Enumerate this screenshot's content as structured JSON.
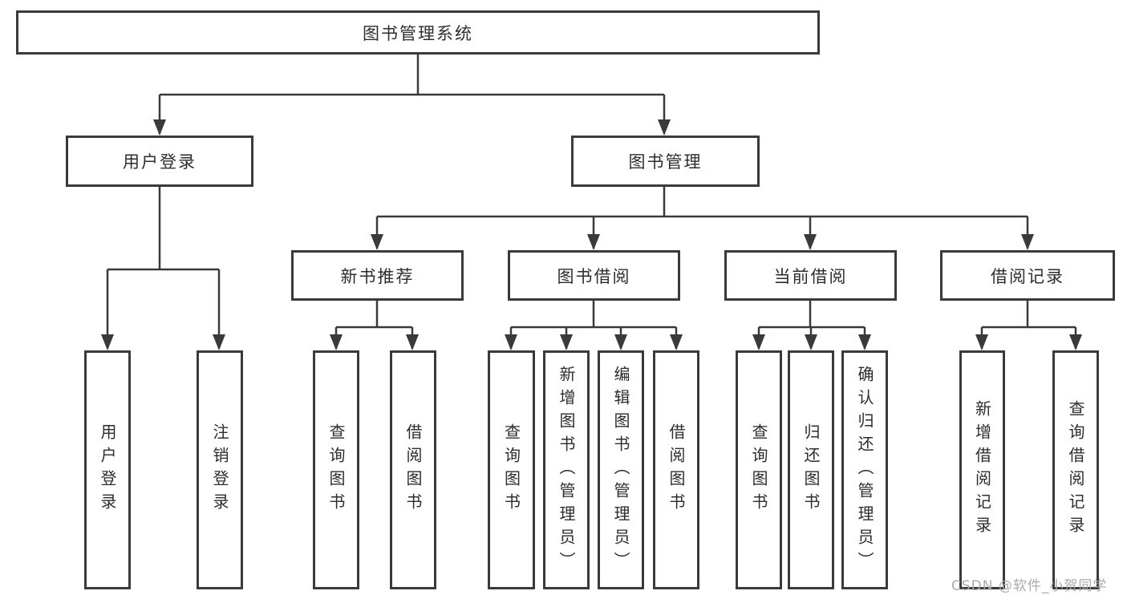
{
  "diagram": {
    "root": {
      "label": "图书管理系统"
    },
    "branches": [
      {
        "label": "用户登录",
        "children": [
          {
            "label": "用户登录"
          },
          {
            "label": "注销登录"
          }
        ]
      },
      {
        "label": "图书管理",
        "children": [
          {
            "label": "新书推荐",
            "children": [
              {
                "label": "查询图书"
              },
              {
                "label": "借阅图书"
              }
            ]
          },
          {
            "label": "图书借阅",
            "children": [
              {
                "label": "查询图书"
              },
              {
                "label": "新增图书（管理员）"
              },
              {
                "label": "编辑图书（管理员）"
              },
              {
                "label": "借阅图书"
              }
            ]
          },
          {
            "label": "当前借阅",
            "children": [
              {
                "label": "查询图书"
              },
              {
                "label": "归还图书"
              },
              {
                "label": "确认归还（管理员）"
              }
            ]
          },
          {
            "label": "借阅记录",
            "children": [
              {
                "label": "新增借阅记录"
              },
              {
                "label": "查询借阅记录"
              }
            ]
          }
        ]
      }
    ]
  },
  "watermark": {
    "text": "CSDN @软件_小贺同学"
  },
  "colors": {
    "line": "#3a3a3a",
    "box_border": "#3a3a3a",
    "text": "#2d2d2d",
    "watermark": "#a9a9b0",
    "background": "#ffffff"
  }
}
